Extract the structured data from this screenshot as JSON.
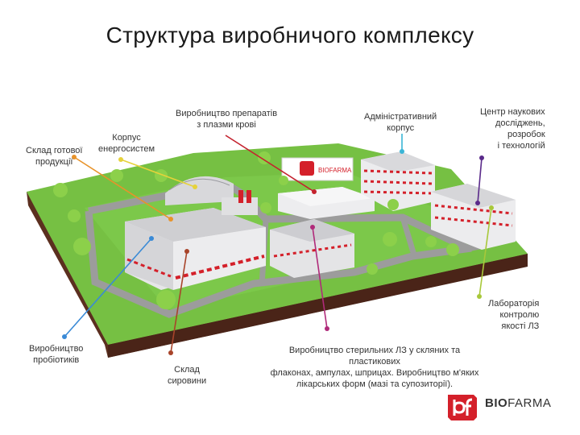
{
  "title": "Структура виробничого комплексу",
  "labels": {
    "warehouse_finished": [
      "Склад готової",
      "продукції"
    ],
    "energy": [
      "Корпус",
      "енергосистем"
    ],
    "plasma": [
      "Виробництво препаратів",
      "з плазми крові"
    ],
    "admin": [
      "Адміністративний",
      "корпус"
    ],
    "research": [
      "Центр наукових",
      "досліджень,",
      "розробок",
      "і технологій"
    ],
    "lab": [
      "Лабораторія",
      "контролю",
      "якості ЛЗ"
    ],
    "probiotics": [
      "Виробництво",
      "пробіотиків"
    ],
    "raw_warehouse": [
      "Склад",
      "сировини"
    ],
    "sterile": [
      "Виробництво стерильних ЛЗ у скляних та пластикових",
      "флаконах, ампулах, шприцах. Виробництво м'яких",
      "лікарських форм (мазі та супозиторії)."
    ]
  },
  "sign_text": "BIOFARMA",
  "logo": {
    "text_bold": "BIO",
    "text_regular": "FARMA"
  },
  "colors": {
    "grass": "#6fbf3a",
    "soil": "#5a2e1e",
    "road": "#9e9e9e",
    "building": "#e8e8ea",
    "accent_red": "#d4202a",
    "leader_orange": "#e8932a",
    "leader_yellow": "#e6d23a",
    "leader_red": "#c4222e",
    "leader_cyan": "#3ab5d6",
    "leader_purple": "#5a2a8a",
    "leader_lime": "#a8c83a",
    "leader_blue": "#3a8ad6",
    "leader_brown": "#a8442a",
    "leader_magenta": "#b02a7a"
  }
}
